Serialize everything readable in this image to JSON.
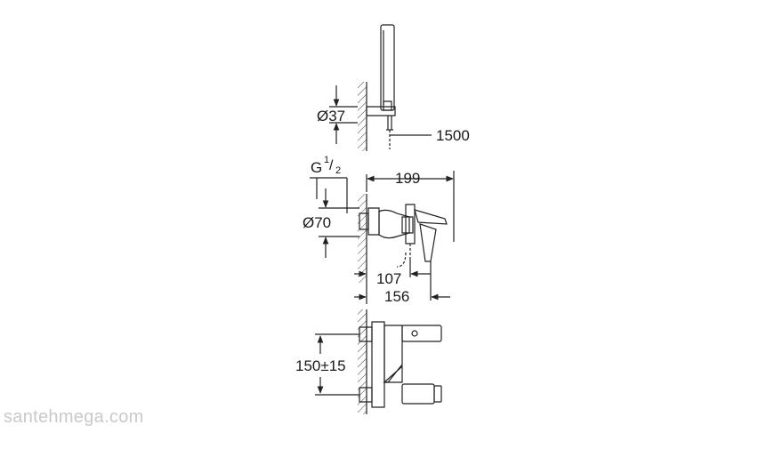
{
  "dimensions": {
    "diameter_37": "Ø37",
    "hose_length": "1500",
    "thread_g": "G",
    "thread_num": "1",
    "thread_den": "2",
    "diameter_70": "Ø70",
    "projection_199": "199",
    "offset_107": "107",
    "offset_156": "156",
    "centers": "150±15"
  },
  "watermark": "santehmega.com"
}
